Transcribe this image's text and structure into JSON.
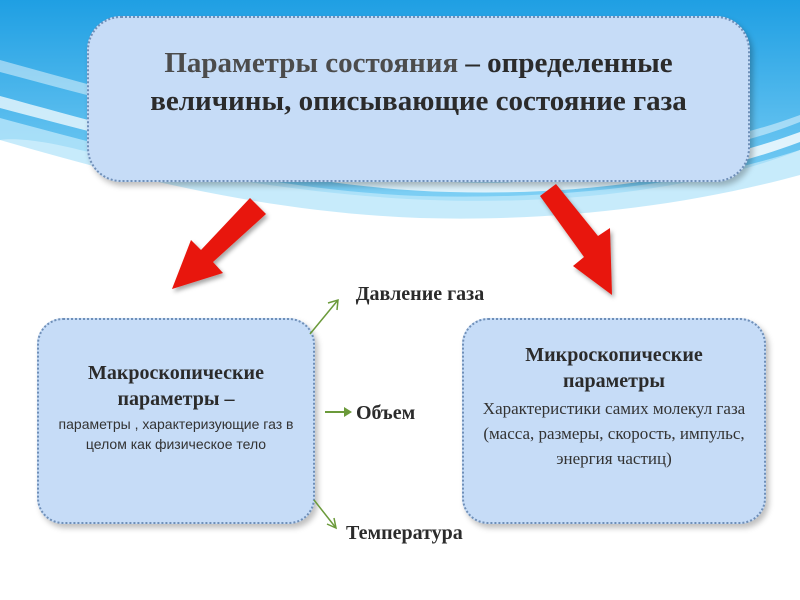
{
  "title": {
    "lead": "Параметры состояния",
    "rest": " – определенные величины, описывающие состояние газа"
  },
  "macro": {
    "title": "Макроскопические параметры",
    "dash": " –",
    "desc": "параметры , характеризующие газ в целом как физическое тело"
  },
  "micro": {
    "title": "Микроскопические параметры",
    "desc": "Характеристики самих молекул газа (масса, размеры, скорость, импульс, энергия частиц)"
  },
  "params": {
    "pressure": "Давление газа",
    "volume": "Объем",
    "temperature": "Температура"
  },
  "colors": {
    "box_fill": "#c6dcf7",
    "box_border": "#6f8fb8",
    "arrow": "#e8160c",
    "connector": "#6b9a3a",
    "sky": "#29a8e6"
  }
}
